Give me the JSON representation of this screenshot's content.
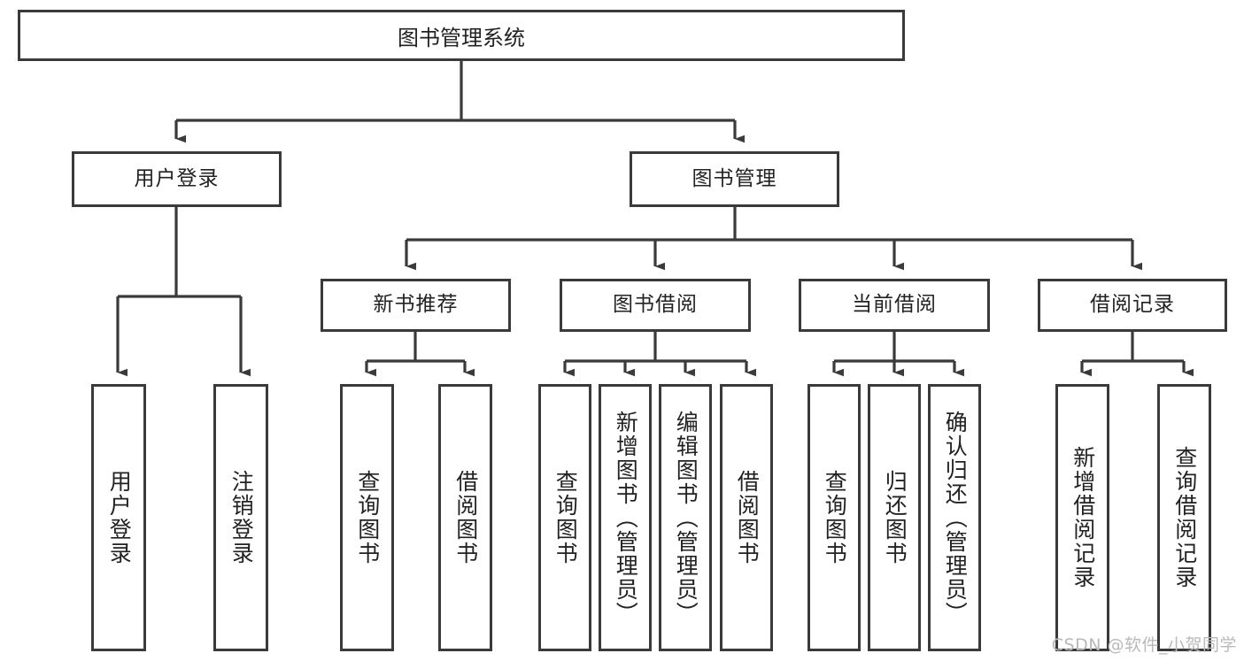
{
  "diagram": {
    "type": "tree",
    "title": "图书管理系统",
    "watermark": "CSDN @软件_小贺同学",
    "colors": {
      "background": "#ffffff",
      "border": "#3a3a3a",
      "text": "#222222",
      "connector": "#3a3a3a",
      "watermark": "#b9b9b9"
    },
    "nodes": {
      "root": {
        "label": "图书管理系统"
      },
      "level2": [
        {
          "id": "user-login",
          "label": "用户登录"
        },
        {
          "id": "book-manage",
          "label": "图书管理"
        }
      ],
      "level3": [
        {
          "id": "new-book-recommend",
          "label": "新书推荐"
        },
        {
          "id": "book-borrow",
          "label": "图书借阅"
        },
        {
          "id": "current-borrow",
          "label": "当前借阅"
        },
        {
          "id": "borrow-record",
          "label": "借阅记录"
        }
      ],
      "leaves": [
        {
          "id": "leaf-user-login",
          "label": "用户登录",
          "parent": "user-login"
        },
        {
          "id": "leaf-logout-login",
          "label": "注销登录",
          "parent": "user-login"
        },
        {
          "id": "leaf-query-book-1",
          "label": "查询图书",
          "parent": "new-book-recommend"
        },
        {
          "id": "leaf-borrow-book-1",
          "label": "借阅图书",
          "parent": "new-book-recommend"
        },
        {
          "id": "leaf-query-book-2",
          "label": "查询图书",
          "parent": "book-borrow"
        },
        {
          "id": "leaf-add-book",
          "label": "新增图书（管理员）",
          "parent": "book-borrow"
        },
        {
          "id": "leaf-edit-book",
          "label": "编辑图书（管理员）",
          "parent": "book-borrow"
        },
        {
          "id": "leaf-borrow-book-2",
          "label": "借阅图书",
          "parent": "book-borrow"
        },
        {
          "id": "leaf-query-book-3",
          "label": "查询图书",
          "parent": "current-borrow"
        },
        {
          "id": "leaf-return-book",
          "label": "归还图书",
          "parent": "current-borrow"
        },
        {
          "id": "leaf-confirm-return",
          "label": "确认归还（管理员）",
          "parent": "current-borrow"
        },
        {
          "id": "leaf-add-record",
          "label": "新增借阅记录",
          "parent": "borrow-record"
        },
        {
          "id": "leaf-query-record",
          "label": "查询借阅记录",
          "parent": "borrow-record"
        }
      ]
    }
  }
}
